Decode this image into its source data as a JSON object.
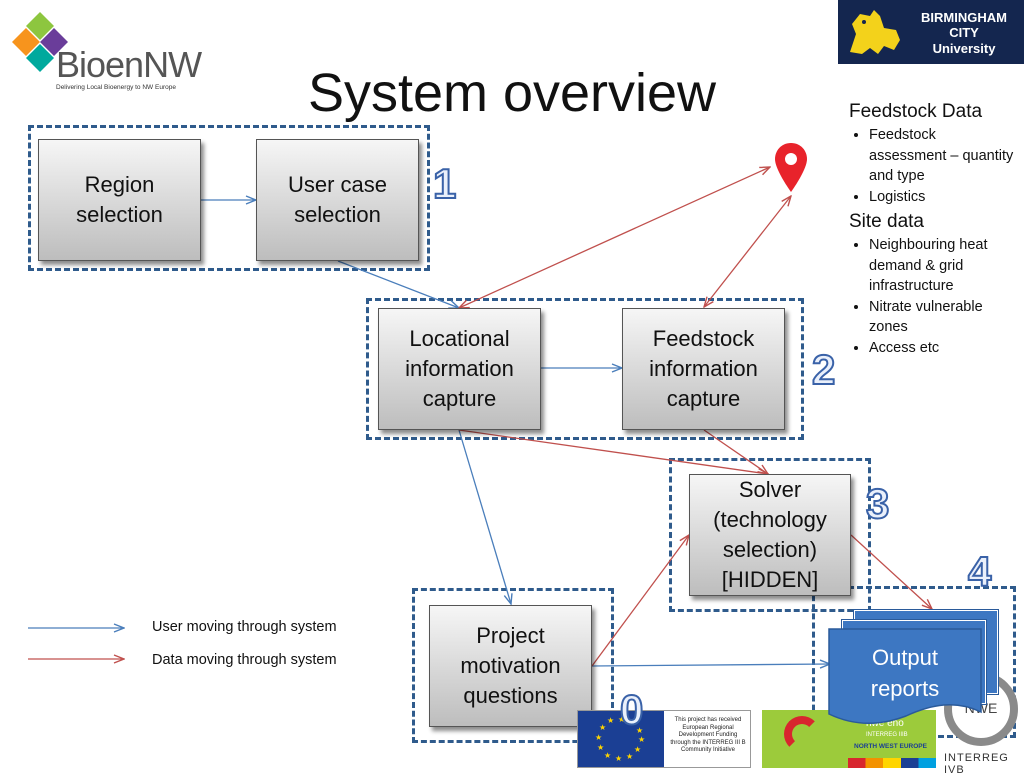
{
  "title": "System overview",
  "logos": {
    "bioen_name": "BioenNW",
    "bioen_tagline": "Delivering Local Bioenergy to NW Europe",
    "bcu_line1": "BIRMINGHAM",
    "bcu_line2": "CITY",
    "bcu_line3": "University",
    "eu_text": "This project has received European Regional Development Funding through the INTERREG III B Community Initiative",
    "nwe_line1": "nwe eno",
    "nwe_line2": "INTERREG IIIB",
    "nwe_line3": "NORTH WEST EUROPE",
    "interreg": "INTERREG IVB",
    "nwe_mark": "NWE"
  },
  "boxes": {
    "region": "Region\nselection",
    "usercase": "User case\nselection",
    "locational": "Locational\ninformation\ncapture",
    "feedstock": "Feedstock\ninformation\ncapture",
    "solver": "Solver\n(technology\nselection)\n[HIDDEN]",
    "project": "Project\nmotivation\nquestions",
    "output": "Output\nreports"
  },
  "numbers": {
    "n1": "1",
    "n2": "2",
    "n3": "3",
    "n4": "4",
    "n0": "0"
  },
  "side_panel": {
    "feedstock_heading": "Feedstock Data",
    "feedstock_items": [
      "Feedstock assessment – quantity and type",
      "Logistics"
    ],
    "site_heading": "Site data",
    "site_items": [
      "Neighbouring heat demand & grid infrastructure",
      "Nitrate vulnerable zones",
      "Access etc"
    ]
  },
  "legend": {
    "user_label": "User moving through system",
    "data_label": "Data moving through system"
  },
  "colors": {
    "user_arrow": "#4a7ebb",
    "data_arrow": "#c0504d",
    "dash": "#2f5b8c",
    "output_fill": "#3d77c2"
  },
  "icons": {
    "location": "map-pin-icon"
  }
}
